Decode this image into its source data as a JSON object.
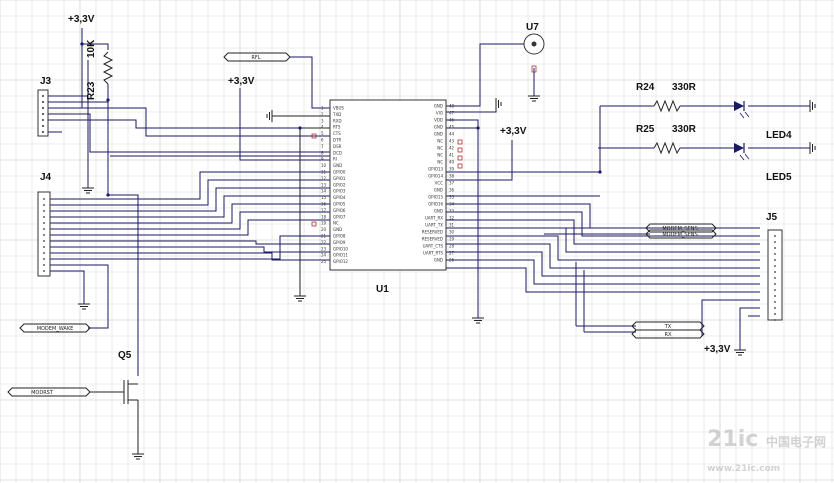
{
  "labels": {
    "p33_a": "+3,3V",
    "p33_b": "+3,3V",
    "p33_c": "+3,3V",
    "p33_d": "+3,3V",
    "r23_value": "10K",
    "r23": "R23",
    "j3": "J3",
    "j4": "J4",
    "j5": "J5",
    "u1": "U1",
    "u7": "U7",
    "q5": "Q5",
    "r24": "R24",
    "r24_value": "330R",
    "r25": "R25",
    "r25_value": "330R",
    "led4": "LED4",
    "led5": "LED5"
  },
  "nets": {
    "rfl": "RFL",
    "modem_wake": "MODEM_WAKE",
    "modrst": "MODRST",
    "modem_sens_1": "MODEM_SENS",
    "modem_sens_2": "MODEM_SENS",
    "tx": "TX",
    "rx": "RX"
  },
  "u1_left_pins": [
    "VBUS",
    "TXD",
    "RXD",
    "RTS",
    "CTS",
    "DTR",
    "DSR",
    "DCD",
    "RI",
    "GND",
    "GPIO0",
    "GPIO1",
    "GPIO2",
    "GPIO3",
    "GPIO4",
    "GPIO5",
    "GPIO6",
    "GPIO7",
    "NC",
    "GND",
    "GPIO8",
    "GPIO9",
    "GPIO10",
    "GPIO11",
    "GPIO12"
  ],
  "u1_right_pins": [
    "GND",
    "VIO",
    "VDD",
    "GND",
    "GND",
    "NC",
    "NC",
    "NC",
    "NC",
    "GPIO13",
    "GPIO14",
    "VCC",
    "GND",
    "GPIO15",
    "GPIO16",
    "GND",
    "UART_RX",
    "UART_TX",
    "RESERVED",
    "RESERVED",
    "UART_CTS",
    "UART_RTS",
    "GND"
  ],
  "watermark": {
    "logo": "21ic",
    "site": "中国电子网",
    "url": "www.21ic.com"
  },
  "colors": {
    "wire": "#1a1a66",
    "component": "#333333",
    "grid_minor": "#dcdcdc",
    "grid_major": "#c4c4c4"
  }
}
